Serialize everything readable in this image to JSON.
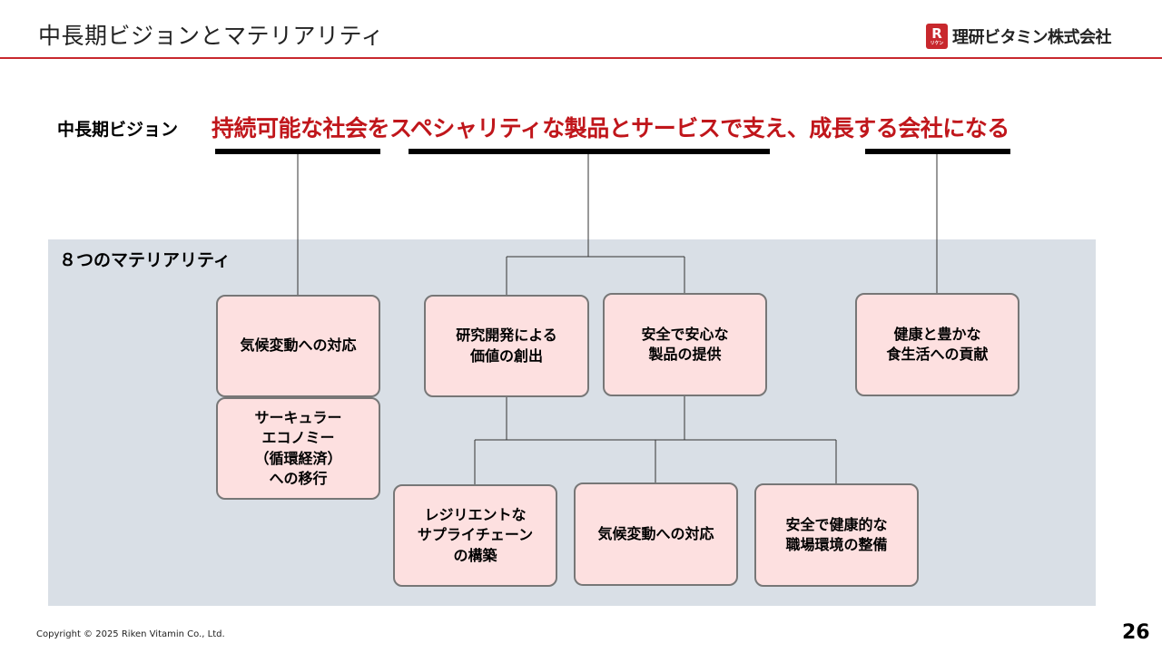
{
  "header": {
    "title": "中長期ビジョンとマテリアリティ",
    "logo": {
      "mark": "R",
      "mark_sub": "リケン",
      "text": "理研ビタミン株式会社"
    }
  },
  "vision": {
    "label": "中長期ビジョン",
    "text": "持続可能な社会をスペシャリティな製品とサービスで支え、成長する会社になる"
  },
  "materiality": {
    "title": "８つのマテリアリティ",
    "items": [
      "気候変動への対応",
      "サーキュラー\nエコノミー\n（循環経済）\nへの移行",
      "研究開発による\n価値の創出",
      "安全で安心な\n製品の提供",
      "健康と豊かな\n食生活への貢献",
      "レジリエントな\nサプライチェーン\nの構築",
      "気候変動への対応",
      "安全で健康的な\n職場環境の整備"
    ]
  },
  "footer": {
    "copyright": "Copyright © 2025 Riken Vitamin Co., Ltd.",
    "page": "26"
  },
  "colors": {
    "accent_red": "#c8282d",
    "vision_red": "#c0161b",
    "box_fill": "#fde0e0",
    "panel_bg": "#d9dfe6"
  }
}
